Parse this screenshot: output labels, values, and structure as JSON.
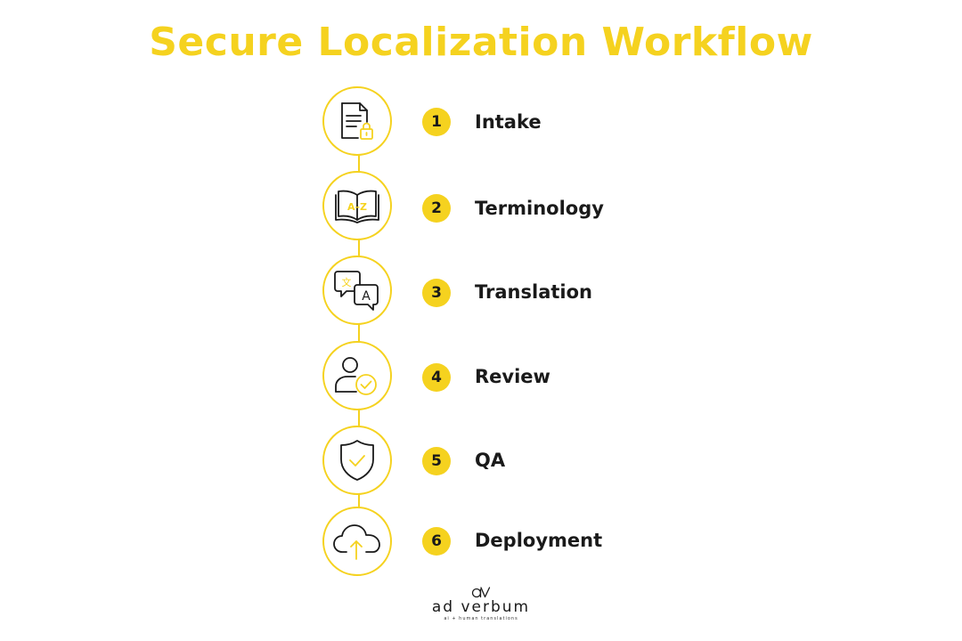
{
  "title": "Secure Localization Workflow",
  "accent_color": "#f5d21f",
  "steps": [
    {
      "number": "1",
      "label": "Intake",
      "icon": "document-lock-icon"
    },
    {
      "number": "2",
      "label": "Terminology",
      "icon": "book-a-z-icon"
    },
    {
      "number": "3",
      "label": "Translation",
      "icon": "translation-bubbles-icon"
    },
    {
      "number": "4",
      "label": "Review",
      "icon": "user-check-icon"
    },
    {
      "number": "5",
      "label": "QA",
      "icon": "shield-check-icon"
    },
    {
      "number": "6",
      "label": "Deployment",
      "icon": "cloud-upload-icon"
    }
  ],
  "brand": {
    "name": "ad verbum",
    "tagline": "ai + human translations",
    "icon": "ad-verbum-logo-mark"
  }
}
